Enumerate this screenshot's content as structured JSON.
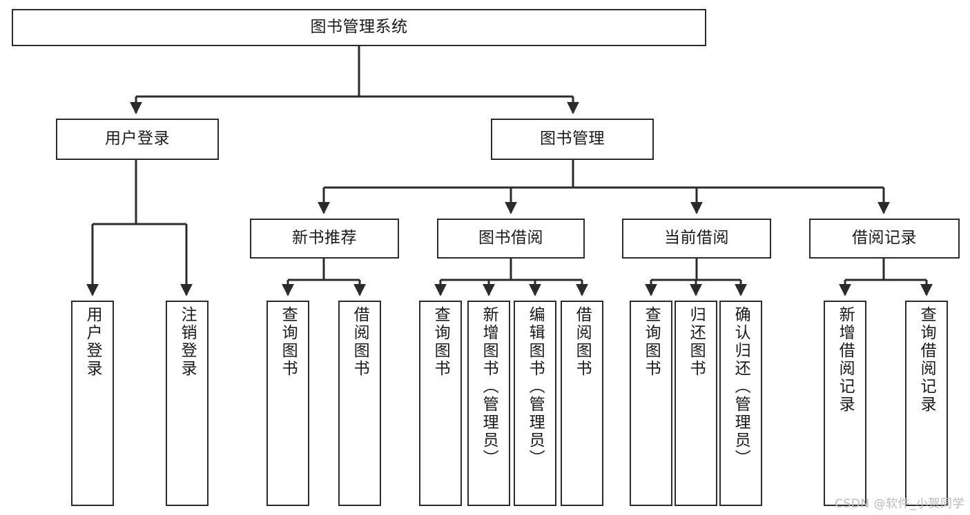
{
  "diagram": {
    "title": "图书管理系统",
    "watermark": "CSDN @软件_小贺同学",
    "colors": {
      "stroke": "#2b2b2b",
      "fill": "#ffffff",
      "text": "#1a1a1a",
      "watermark": "#b9b9b9"
    },
    "nodes": {
      "root": {
        "label": "图书管理系统"
      },
      "level2": [
        {
          "id": "user-login",
          "label": "用户登录"
        },
        {
          "id": "book-manage",
          "label": "图书管理"
        }
      ],
      "level3": [
        {
          "id": "new-book-recommend",
          "label": "新书推荐"
        },
        {
          "id": "book-borrow",
          "label": "图书借阅"
        },
        {
          "id": "current-borrow",
          "label": "当前借阅"
        },
        {
          "id": "borrow-record",
          "label": "借阅记录"
        }
      ],
      "leaves": {
        "user-login": [
          {
            "id": "leaf-user-login",
            "label": "用户登录"
          },
          {
            "id": "leaf-logout-login",
            "label": "注销登录"
          }
        ],
        "new-book-recommend": [
          {
            "id": "leaf-query-book-1",
            "label": "查询图书"
          },
          {
            "id": "leaf-borrow-book-1",
            "label": "借阅图书"
          }
        ],
        "book-borrow": [
          {
            "id": "leaf-query-book-2",
            "label": "查询图书"
          },
          {
            "id": "leaf-add-book",
            "label": "新增图书（管理员）"
          },
          {
            "id": "leaf-edit-book",
            "label": "编辑图书（管理员）"
          },
          {
            "id": "leaf-borrow-book-2",
            "label": "借阅图书"
          }
        ],
        "current-borrow": [
          {
            "id": "leaf-query-book-3",
            "label": "查询图书"
          },
          {
            "id": "leaf-return-book",
            "label": "归还图书"
          },
          {
            "id": "leaf-confirm-return",
            "label": "确认归还（管理员）"
          }
        ],
        "borrow-record": [
          {
            "id": "leaf-add-record",
            "label": "新增借阅记录"
          },
          {
            "id": "leaf-query-record",
            "label": "查询借阅记录"
          }
        ]
      }
    }
  }
}
